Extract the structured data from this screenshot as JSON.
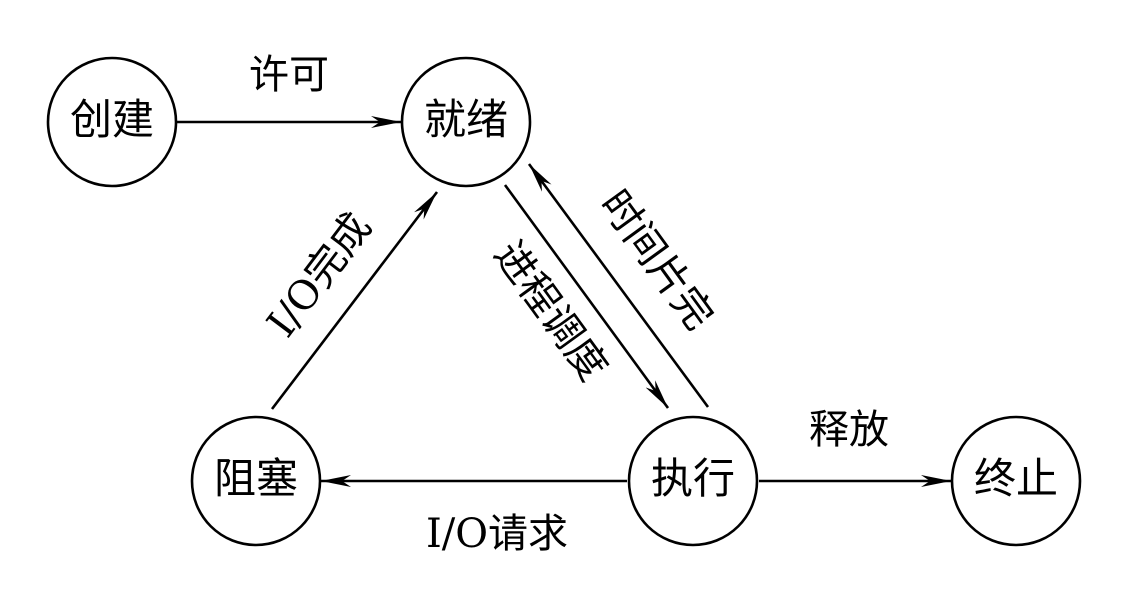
{
  "diagram": {
    "nodes": {
      "create": "创建",
      "ready": "就绪",
      "block": "阻塞",
      "run": "执行",
      "terminate": "终止"
    },
    "edges": {
      "permit": "许可",
      "io_complete": "I/O完成",
      "schedule": "进程调度",
      "timeslice": "时间片完",
      "io_request": "I/O请求",
      "release": "释放"
    }
  }
}
